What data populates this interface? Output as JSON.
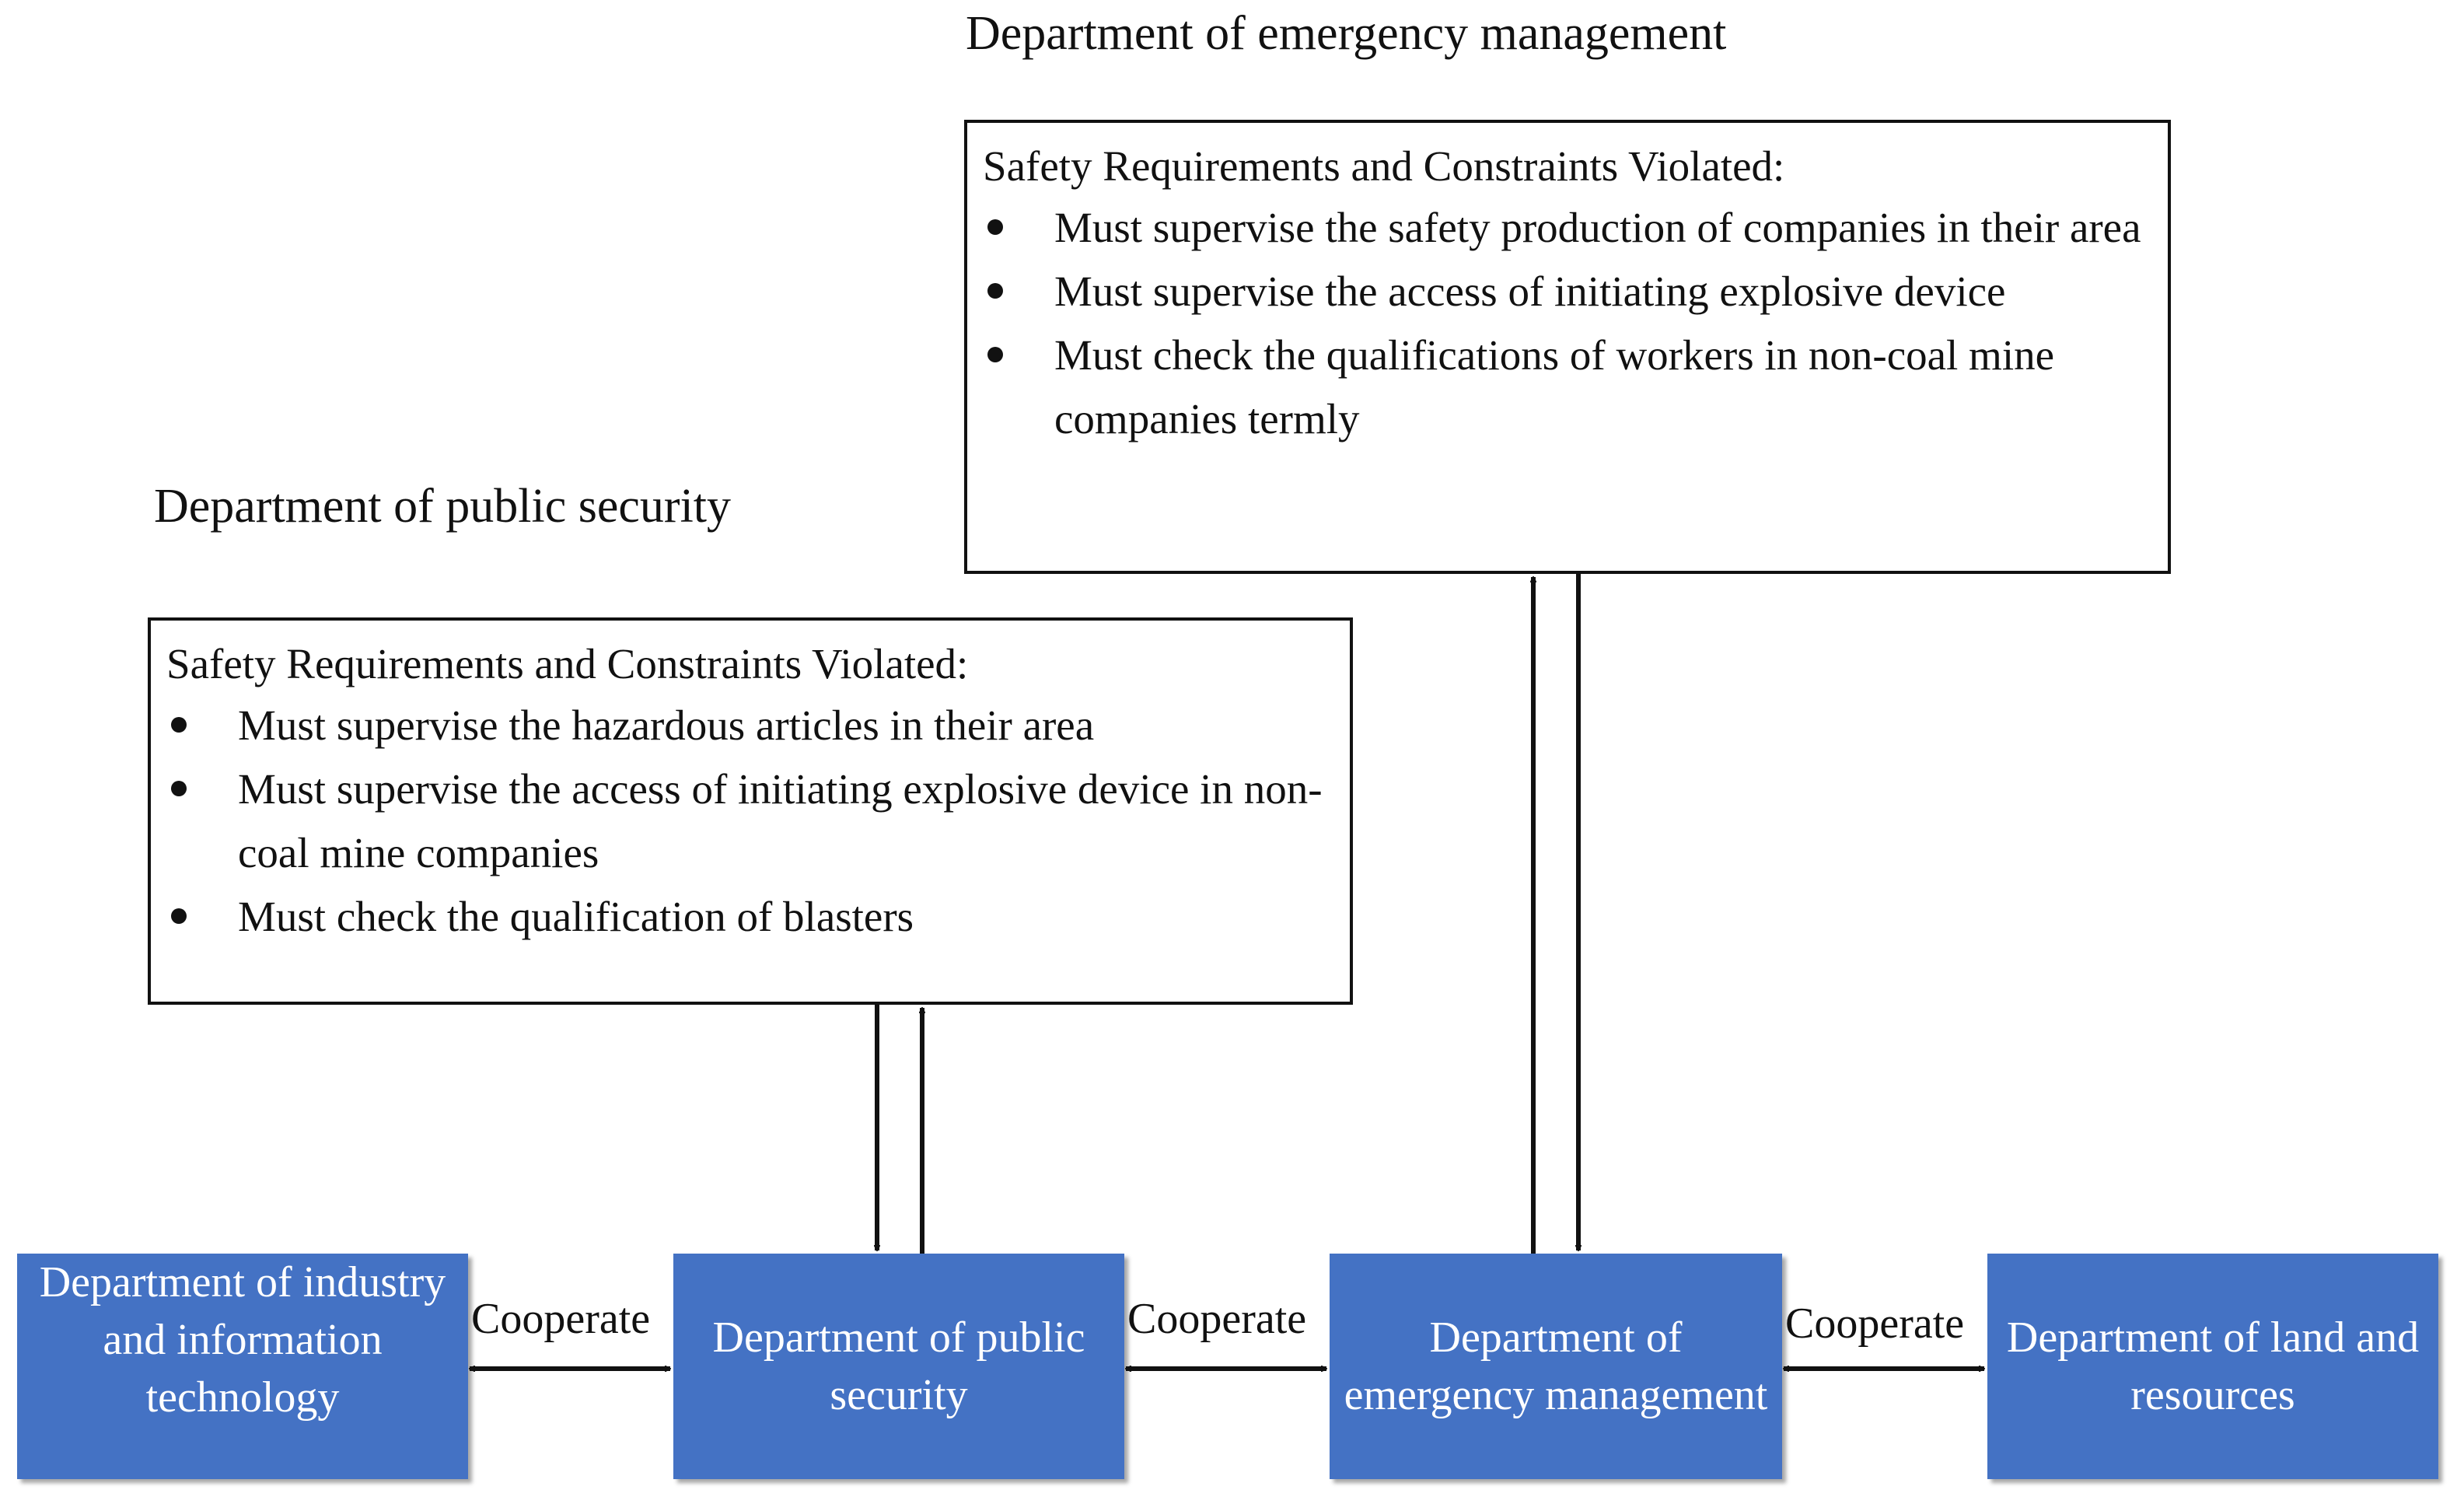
{
  "emergency_management": {
    "title": "Department of emergency management",
    "heading": "Safety Requirements and Constraints Violated:",
    "items": [
      "Must supervise the safety production of companies in their area",
      "Must supervise the access of initiating explosive device",
      "Must check the qualifications of workers in non-coal mine companies termly"
    ]
  },
  "public_security": {
    "title": "Department of public security",
    "heading": "Safety Requirements and Constraints Violated:",
    "items": [
      "Must supervise the hazardous articles in their area",
      "Must supervise the access of initiating explosive device in non-coal mine companies",
      "Must check the qualification of blasters"
    ]
  },
  "departments": [
    "Department of industry and information technology",
    "Department of public security",
    "Department of emergency management",
    "Department of land and resources"
  ],
  "links": [
    "Cooperate",
    "Cooperate",
    "Cooperate"
  ],
  "colors": {
    "department_fill": "#4472c4",
    "department_text": "#ffffff",
    "line": "#111111"
  }
}
